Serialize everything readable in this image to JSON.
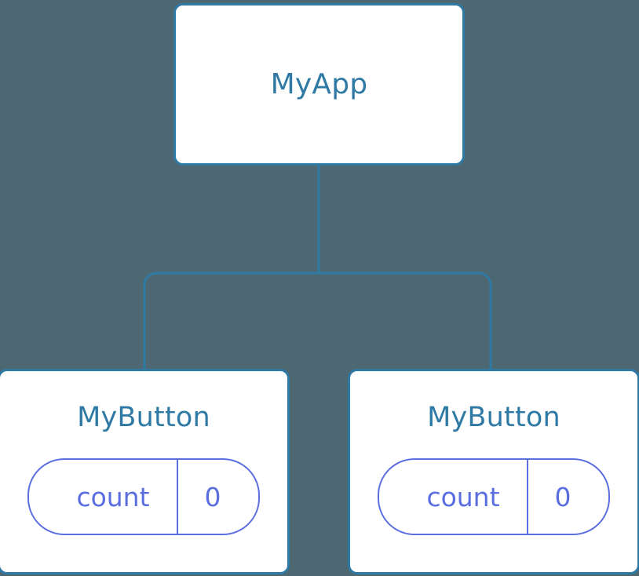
{
  "canvas": {
    "background_color": "#4d6873",
    "accent_color": "#2f7aa5",
    "state_color": "#5b6ee0",
    "card_fill": "#ffffff"
  },
  "tree": {
    "root": {
      "title": "MyApp"
    },
    "children": [
      {
        "title": "MyButton",
        "state": {
          "key": "count",
          "value": "0"
        }
      },
      {
        "title": "MyButton",
        "state": {
          "key": "count",
          "value": "0"
        }
      }
    ]
  }
}
